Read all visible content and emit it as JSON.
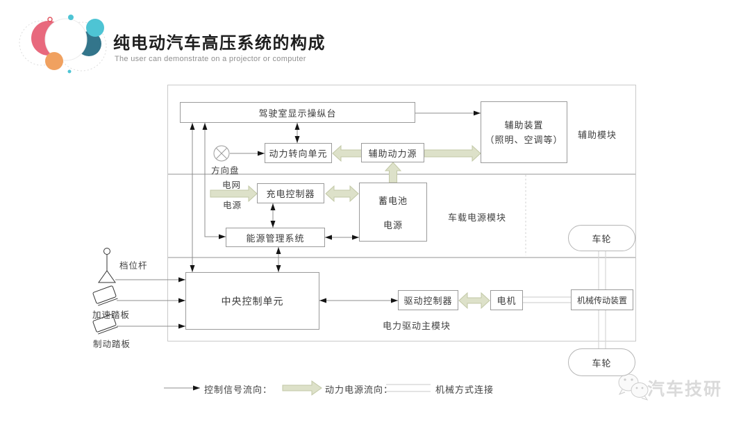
{
  "header": {
    "title": "纯电动汽车高压系统的构成",
    "subtitle": "The user can demonstrate on a projector or computer"
  },
  "diagram": {
    "regions": {
      "aux": "辅助模块",
      "power": "车载电源模块",
      "drive": "电力驱动主模块"
    },
    "boxes": {
      "console": "驾驶室显示操纵台",
      "steering_unit": "动力转向单元",
      "aux_power_source": "辅助动力源",
      "aux_device_1": "辅助装置",
      "aux_device_2": "（照明、空调等）",
      "charge_controller": "充电控制器",
      "battery_1": "蓄电池",
      "battery_2": "电源",
      "ems": "能源管理系统",
      "ccu": "中央控制单元",
      "drive_controller": "驱动控制器",
      "motor": "电机",
      "transmission": "机械传动装置",
      "wheel_top": "车轮",
      "wheel_bottom": "车轮"
    },
    "inputs": {
      "steering_wheel": "方向盘",
      "grid_1": "电网",
      "grid_2": "电源",
      "gear_lever": "档位杆",
      "accel_pedal": "加速踏板",
      "brake_pedal": "制动踏板"
    }
  },
  "legend": {
    "control_signal": "控制信号流向：",
    "power_flow": "动力电源流向：",
    "mechanical": "机械方式连接"
  },
  "watermark": {
    "brand": "汽车技研"
  },
  "colors": {
    "power_arrow_fill": "#dde1c9",
    "power_arrow_stroke": "#c2c8a6",
    "logo_pink": "#e8697d",
    "logo_teal": "#4ec4d4",
    "logo_dark_teal": "#33758b",
    "logo_orange": "#f0a160",
    "watermark_gray": "#d6d6d6"
  }
}
